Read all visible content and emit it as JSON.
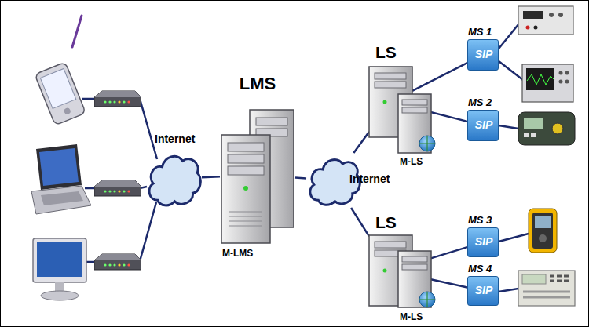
{
  "diagram": {
    "nodes": [
      {
        "text": [
          "Internet"
        ]
      },
      {
        "text": [
          "LMS",
          "M-LMS"
        ]
      },
      {
        "text": [
          "Internet"
        ]
      },
      {
        "text": [
          "LS"
        ]
      },
      {
        "text": [
          "M-LS"
        ]
      },
      {
        "text": [
          "MS 1",
          "SIP"
        ]
      },
      {
        "text": [
          "MS 2",
          "SIP"
        ]
      },
      {
        "text": [
          "LS"
        ]
      },
      {
        "text": [
          "M-LS"
        ]
      },
      {
        "text": [
          "MS 3",
          "SIP"
        ]
      },
      {
        "text": [
          "MS 4",
          "SIP"
        ]
      }
    ],
    "edges": [
      {
        "from": 0,
        "to": 1,
        "arrow": "none"
      },
      {
        "from": 1,
        "to": 2,
        "arrow": "none"
      },
      {
        "from": 2,
        "to": 3,
        "arrow": "none"
      },
      {
        "from": 2,
        "to": 7,
        "arrow": "none"
      },
      {
        "from": 3,
        "to": 5,
        "arrow": "none"
      },
      {
        "from": 3,
        "to": 6,
        "arrow": "none"
      },
      {
        "from": 7,
        "to": 9,
        "arrow": "none"
      },
      {
        "from": 7,
        "to": 10,
        "arrow": "none"
      }
    ]
  }
}
